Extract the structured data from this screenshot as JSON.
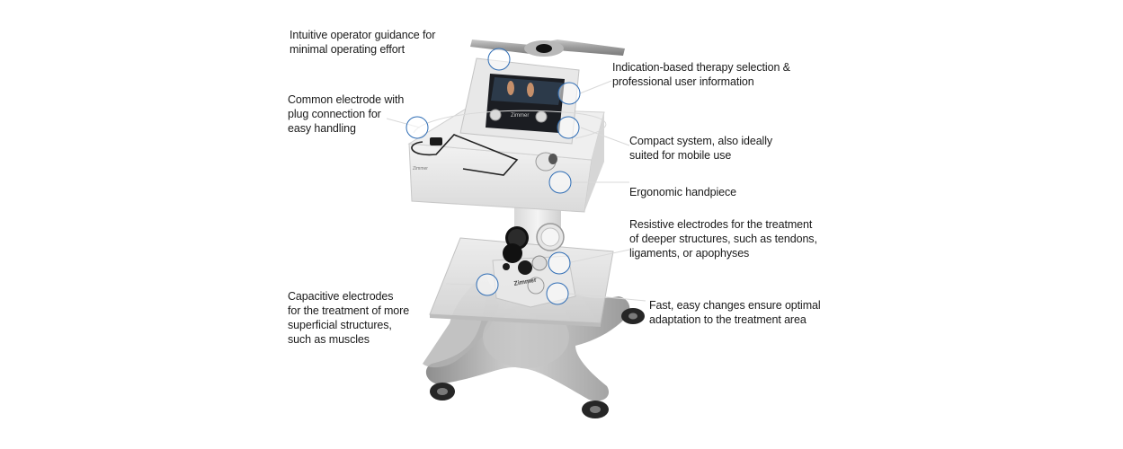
{
  "callouts": [
    {
      "id": "guidance",
      "lines": [
        "Intuitive operator guidance for",
        "minimal operating effort"
      ]
    },
    {
      "id": "indication",
      "lines": [
        "Indication-based therapy selection &",
        "professional user information"
      ]
    },
    {
      "id": "electrode",
      "lines": [
        "Common electrode with",
        "plug connection for",
        "easy handling"
      ]
    },
    {
      "id": "compact",
      "lines": [
        "Compact system, also ideally",
        "suited for mobile use"
      ]
    },
    {
      "id": "handpiece",
      "lines": [
        "Ergonomic handpiece"
      ]
    },
    {
      "id": "resistive",
      "lines": [
        "Resistive electrodes for the treatment",
        "of deeper structures, such as tendons,",
        "ligaments, or apophyses"
      ]
    },
    {
      "id": "capacitive",
      "lines": [
        "Capacitive electrodes",
        "for the treatment of more",
        "superficial structures,",
        "such as muscles"
      ]
    },
    {
      "id": "fast",
      "lines": [
        "Fast, easy changes ensure optimal",
        "adaptation to the treatment area"
      ]
    }
  ],
  "device": {
    "brand_mark": "Zimmer",
    "colors": {
      "hotspot_ring": "#2f6db5",
      "screen": "#1b1d22",
      "body": "#dcdcdc",
      "base": "#a9a9a9"
    }
  }
}
